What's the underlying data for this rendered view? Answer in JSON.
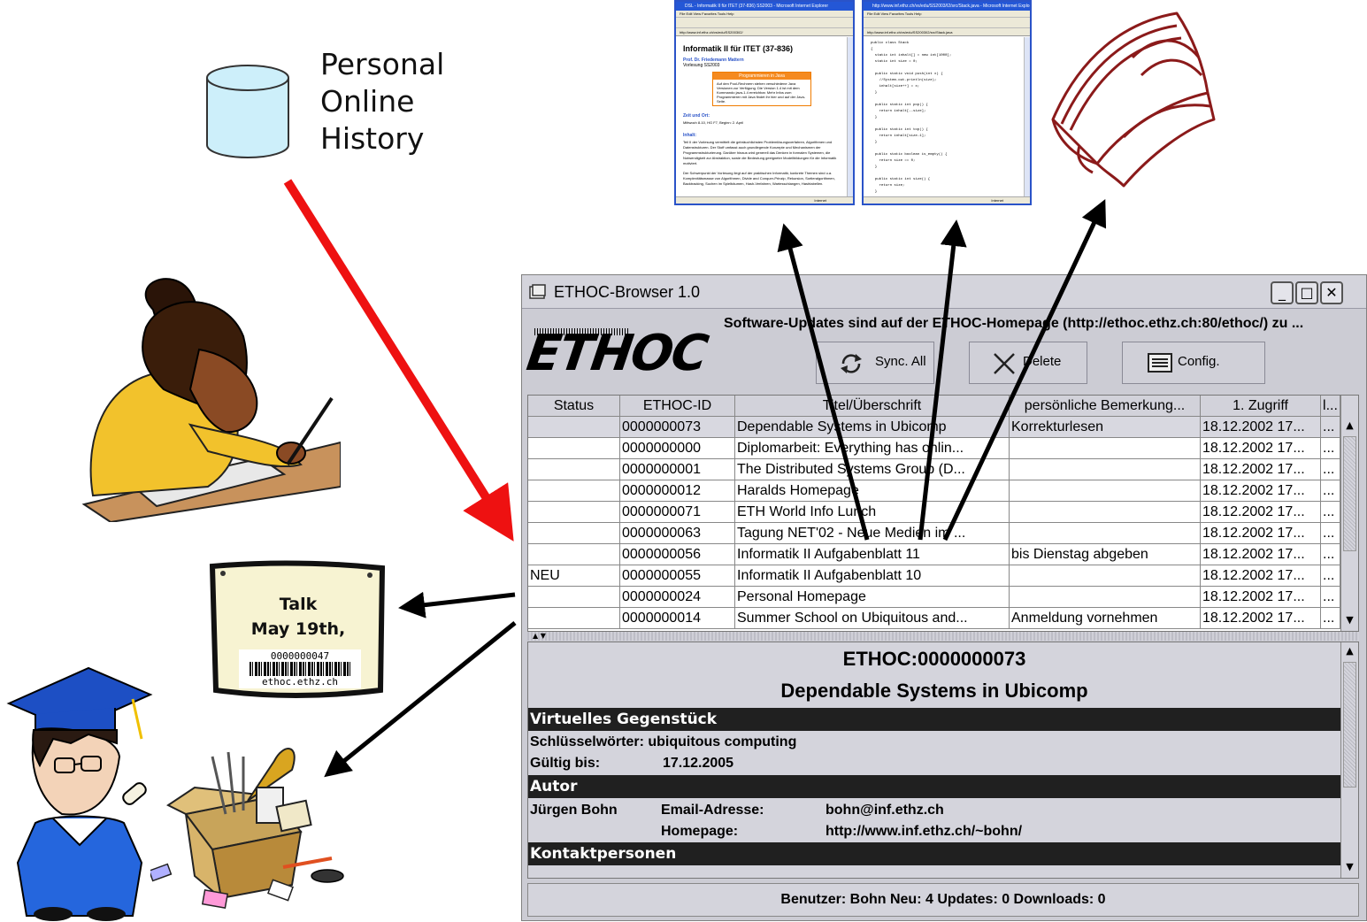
{
  "history_label": [
    "Personal",
    "Online",
    "History"
  ],
  "poster": {
    "line1": "Talk",
    "line2": "May 19th,",
    "barcode_number": "0000000047",
    "barcode_url": "ethoc.ethz.ch"
  },
  "mini_browser_1": {
    "title": "DSL - Informatik II für ITET (37-836) SS2003 - Microsoft Internet Explorer",
    "menu": "File  Edit  View  Favorites  Tools  Help",
    "address": "http://www.inf.ethz.ch/vs/edu/SS2003/I2/",
    "heading": "Informatik II für ITET (37-836)",
    "prof": "Prof. Dr. Friedemann Mattern",
    "term": "Vorlesung SS2003",
    "box_head": "Programmieren in Java",
    "box_body": "Auf den Pool-Rechnern stehen verschiedene Java Versionen zur Verfügung. Die Version 1.4 ist mit dem Kommando java-1.4 erreichbar. Mehr Infos zum Programmieren mit Java findet ihr hier und auf der Java-Seite.",
    "sec1": "Zeit und Ort:",
    "sec1_text": "Mittwoch 8-10, HG F7, Beginn: 2. April",
    "sec2": "Inhalt:",
    "sec2_text": "Teil II der Vorlesung vermittelt die gebräuchlichsten Problemlösungsverfahren, Algorithmen und Datenstrukturen. Der Stoff umfasst auch grundlegende Konzepte und Mechanismen der Programmstrukturierung. Darüber hinaus wird generell das Denken in formalen Systemen, die Notwendigkeit zur Abstraktion, sowie die Bedeutung geeigneter Modellbildungen für die Informatik motiviert.",
    "sec3_text": "Der Schwerpunkt der Vorlesung liegt auf der praktischen Informatik; konkrete Themen sind u.a. Komplexitätsmasse von Algorithmen, Divide and Conquer-Prinzip, Rekursion, Sortieralgorithmen, Backtracking, Suchen im Spielbäumen, Hash-Verfahren, Wartesschlangen, Hashtabellen.",
    "status": "Internet"
  },
  "mini_browser_2": {
    "title": "http://www.inf.ethz.ch/vs/edu/SS2003/I2/src/Stack.java - Microsoft Internet Explorer",
    "menu": "File  Edit  View  Favorites  Tools  Help",
    "address": "http://www.inf.ethz.ch/vs/edu/SS2003/I2/src/Stack.java",
    "code": "public class Stack\n{\n  static int inhalt[] = new int[1000];\n  static int size = 0;\n\n  public static void push(int x) {\n    //System.out.println(size);\n    inhalt[size++] = x;\n  }\n\n  public static int pop() {\n    return inhalt[--size];\n  }\n\n  public static int top() {\n    return inhalt[size-1];\n  }\n\n  public static boolean is_empty() {\n    return size == 0;\n  }\n\n  public static int size() {\n    return size;\n  }\n\n  public static int element_at( int i ) {\n    return inhalt[i];\n  }\n\n  public static void print_stack() {\n    for (int i = 0; i < size(); i++) {\n      System.out.print( element_at(i) );\n      System.out.print(\" \");\n    }\n  }\n}",
    "status": "Internet"
  },
  "window": {
    "title": "ETHOC-Browser 1.0",
    "logo": "ETHOC",
    "marquee": "Software-Updates sind auf der ETHOC-Homepage (http://ethoc.ethz.ch:80/ethoc/) zu ...",
    "buttons": {
      "sync": "Sync. All",
      "delete": "Delete",
      "config": "Config."
    }
  },
  "table": {
    "columns": [
      "Status",
      "ETHOC-ID",
      "Titel/Überschrift",
      "persönliche Bemerkung...",
      "1. Zugriff",
      "l..."
    ],
    "rows": [
      {
        "status": "",
        "id": "0000000073",
        "title": "Dependable Systems in Ubicomp",
        "note": "Korrekturlesen",
        "access": "18.12.2002 17...",
        "extra": "..."
      },
      {
        "status": "",
        "id": "0000000000",
        "title": "Diplomarbeit: Everything has onlin...",
        "note": "",
        "access": "18.12.2002 17...",
        "extra": "..."
      },
      {
        "status": "",
        "id": "0000000001",
        "title": "The Distributed Systems Group (D...",
        "note": "",
        "access": "18.12.2002 17...",
        "extra": "..."
      },
      {
        "status": "",
        "id": "0000000012",
        "title": "Haralds Homepage",
        "note": "",
        "access": "18.12.2002 17...",
        "extra": "..."
      },
      {
        "status": "",
        "id": "0000000071",
        "title": "ETH World Info Lunch",
        "note": "",
        "access": "18.12.2002 17...",
        "extra": "..."
      },
      {
        "status": "",
        "id": "0000000063",
        "title": "Tagung NET'02 - Neue Medien im ...",
        "note": "",
        "access": "18.12.2002 17...",
        "extra": "..."
      },
      {
        "status": "",
        "id": "0000000056",
        "title": "Informatik II Aufgabenblatt 11",
        "note": "bis Dienstag abgeben",
        "access": "18.12.2002 17...",
        "extra": "..."
      },
      {
        "status": "NEU",
        "id": "0000000055",
        "title": "Informatik II Aufgabenblatt 10",
        "note": "",
        "access": "18.12.2002 17...",
        "extra": "..."
      },
      {
        "status": "",
        "id": "0000000024",
        "title": "Personal Homepage",
        "note": "",
        "access": "18.12.2002 17...",
        "extra": "..."
      },
      {
        "status": "",
        "id": "0000000014",
        "title": "Summer School on Ubiquitous and...",
        "note": "Anmeldung vornehmen",
        "access": "18.12.2002 17...",
        "extra": "..."
      }
    ]
  },
  "detail": {
    "id": "ETHOC:0000000073",
    "title": "Dependable Systems in Ubicomp",
    "section_virtual": "Virtuelles Gegenstück",
    "keywords": "Schlüsselwörter: ubiquitous computing",
    "valid_label": "Gültig bis:",
    "valid_value": "17.12.2005",
    "section_author": "Autor",
    "author_name": "Jürgen Bohn",
    "email_label": "Email-Adresse:",
    "email_value": "bohn@inf.ethz.ch",
    "homepage_label": "Homepage:",
    "homepage_value": "http://www.inf.ethz.ch/~bohn/",
    "section_contacts": "Kontaktpersonen"
  },
  "statusbar": "Benutzer: Bohn  Neu: 4  Updates: 0  Downloads: 0",
  "colors": {
    "history_arrow": "#ee1111",
    "link_arrows": "#000000",
    "books_stroke": "#8b1a1a",
    "selected_row": "#d8d8e0",
    "section_band": "#202020"
  }
}
